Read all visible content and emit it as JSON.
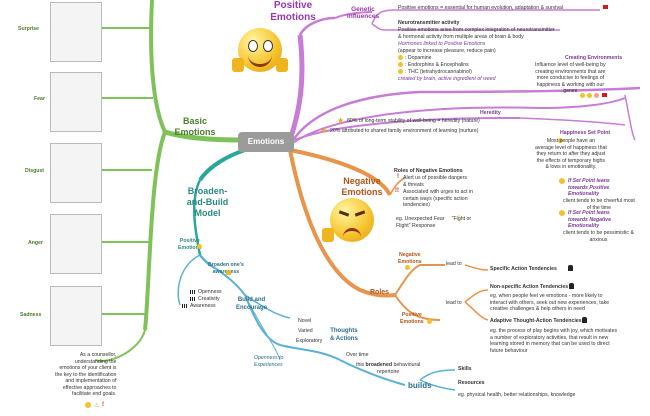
{
  "center": {
    "label": "Emotions"
  },
  "colors": {
    "purple": "#c77dd6",
    "green": "#7fc25a",
    "orange": "#e8944a",
    "blue": "#5bb0d6",
    "teal": "#2aa79b",
    "dark_teal": "#2b8a7f",
    "central": "#9b9b9b"
  },
  "positive_emotions": {
    "title": "Positive\nEmotions",
    "genetic_influences": {
      "label": "Genetic\nInfluences",
      "text": "Positive emotions = essential for human evolution, adaptation & survival"
    },
    "neurotransmitter": {
      "heading": "Neurotransmitter activity",
      "body": "Positive emotions arise from complex integration of neurotransmitter\n& hormonal activity from multiple areas of brain & body",
      "hormones_heading": "Hormones linked to Positive Emotions",
      "hormones_sub": "(appear to increase pleasure, reduce pain)",
      "items": [
        ": Dopamine",
        ": Endorphins & Encephalins",
        ": THC (tetrahydrocannabinol)"
      ],
      "thc_note": "created by brain, active ingredient of weed"
    },
    "creating_environments": {
      "heading": "Creating Environments",
      "body": "Influence level of well-being by\ncreating environments that are\nmore conducive to feelings of\nhappiness & working with our\ngenes"
    },
    "heredity": {
      "label": "Heredity",
      "items": [
        "80% of long-term stability of well-being = heredity (nature)",
        "20% attributed to shared family environment of learning (nurture)"
      ]
    },
    "set_point": {
      "heading": "Happiness Set Point",
      "body": "Most people have an\naverage level of happiness that\nthey return to after they adjust\nthe effects of temporary highs\n& lows in emotionality.",
      "positive_heading": "If Set Point leans\ntowards Positive\nEmotionality",
      "positive_body": "client tends to be cheerful most\nof the time",
      "negative_heading": "If Set Point leans\ntowards Negative\nEmotionality",
      "negative_body": "client tends to be pessimistic &\nanxious"
    }
  },
  "basic_emotions": {
    "title": "Basic\nEmotions",
    "faces": [
      "Surprise",
      "Fear",
      "Disgust",
      "Anger",
      "Sadness"
    ],
    "counsellor_note": "As a counsellor,\nunderstanding the\nemotions of your client is\nthe key to the identification\nand implementation of\neffective approaches to\nfacilitate end goals."
  },
  "negative_emotions": {
    "title": "Negative\nEmotions",
    "roles_heading": "Roles of Negative Emotions",
    "items": [
      "Alert us of possible dangers\n& threats",
      "Associated with urges to act in\ncertain ways (specific action\ntendencies)"
    ],
    "example": "eg. Unexpected Fear     \"Fight or\nFlight\" Response"
  },
  "broaden_build": {
    "title": "Broaden-\nand-Build\nModel",
    "positive_emotions": "Positive\nEmotions",
    "broaden_awareness": "Broaden one's\nawareness",
    "awareness_items": [
      "Openness",
      "Creativity",
      "Awareness"
    ],
    "build_encourage": "Build and\nEncourage",
    "build_items": [
      "Novel",
      "Varied",
      "Exploratory"
    ],
    "openness_experiences": "Openness to\nExperiences",
    "thoughts_actions": "Thoughts\n& Actions",
    "over_time": "Over time",
    "broadened_repertoire_prefix": "this ",
    "broadened_repertoire_bold": "broadened",
    "broadened_repertoire_rest": "behavioural\nrepertoire",
    "builds": "builds",
    "skills": "Skills",
    "resources": "Resources",
    "resources_eg": "eg. physical health, better relationships, knowledge"
  },
  "roles": {
    "label": "Roles",
    "negative_emotions": "Negative\nEmotions",
    "positive_emotions": "Positive\nEmotions",
    "lead_to": "lead to",
    "specific_action": "Specific Action Tendencies",
    "non_specific_heading": "Non-specific Action Tendencies",
    "non_specific_body": "eg. when people feel ve emotions - more likely to\ninteract with others, seek out new experiences, take\ncreative challenges & help others in need",
    "adaptive_heading": "Adaptive Thought-Action Tendencies",
    "adaptive_body": "eg. the process of play begins with joy, which motivates\na number of exploratory activities, that result in new\nlearning stored in memory that can be used to direct\nfuture behaviour"
  }
}
